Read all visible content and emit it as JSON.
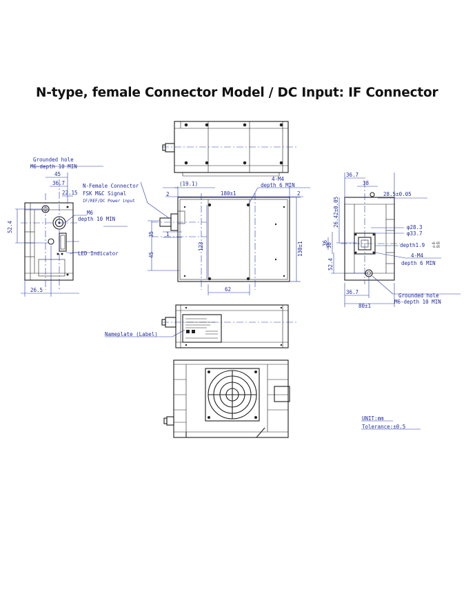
{
  "title": "N-type, female Connector Model / DC Input: IF Connector",
  "left_view": {
    "grounded_hole": "Grounded hole",
    "grounded_depth": "M6-depth 10 MIN",
    "m6": "M6",
    "m6_depth": "depth 10 MIN",
    "led": "LED Indicator",
    "dim_45": "45",
    "dim_36_7": "36.7",
    "dim_22_15": "22.15",
    "dim_52_4": "52.4",
    "dim_26_5": "26.5"
  },
  "front_view": {
    "nfemale": "N-Female Connector",
    "fsk": "FSK M&C Signal",
    "ifpower": "IF/REF/DC Power input",
    "dim_2a": "2",
    "dim_19_1": "(19.1)",
    "dim_180": "180±1",
    "dim_2b": "2",
    "m4": "4-M4",
    "m4_depth": "depth 6 MIN",
    "dim_35": "35",
    "dim_1": "1",
    "dim_123": "123",
    "dim_45": "45",
    "dim_62": "62",
    "dim_130": "130±1"
  },
  "right_view": {
    "dim_36_7_top": "36.7",
    "dim_38": "38",
    "dim_28_5": "28.5±0.05",
    "dim_26_42": "26.42±0.05",
    "dim_phi28": "φ28.3",
    "dim_phi33": "φ33.7",
    "dim_38v": "38",
    "dim_36v": "36",
    "depth": "depth1.9",
    "depth_tol_upper": "+0.05",
    "depth_tol_lower": "-0.05",
    "m4": "4-M4",
    "m4_depth": "depth 6 MIN",
    "dim_52_4": "52.4",
    "dim_36_7_bot": "36.7",
    "dim_80": "80±1",
    "grounded_hole": "Grounded hole",
    "grounded_depth": "M6-depth 10 MIN"
  },
  "side_view": {
    "nameplate": "Nameplate (Label)"
  },
  "notes": {
    "unit": "UNIT:mm",
    "tolerance": "Tolerance:±0.5"
  }
}
